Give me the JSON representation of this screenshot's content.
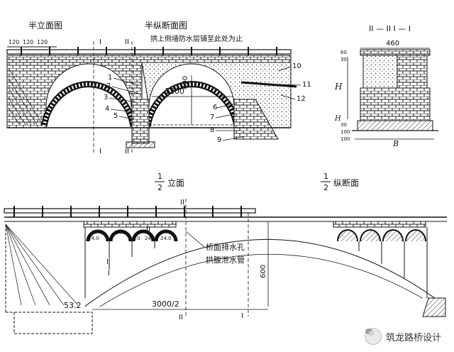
{
  "top_left": {
    "title_half_elevation": "半立面图",
    "title_half_section": "半纵断面图",
    "waterproof_note": "拱上侧墙防水层铺至此处为止",
    "dims_top": [
      "120",
      "120",
      "120"
    ],
    "dim_span": "1200",
    "dim_height": "400",
    "callouts": [
      "1",
      "2",
      "3",
      "4",
      "5",
      "6",
      "7",
      "8",
      "9",
      "10",
      "11",
      "12"
    ],
    "section_marks": [
      "I",
      "II",
      "I",
      "II"
    ]
  },
  "top_right": {
    "title": "II — II  I — I",
    "dim_width": "460",
    "height_label_top": "H",
    "height_label_bottom": "H",
    "base_label": "B",
    "small_dims": [
      "60",
      "30",
      "30",
      "100",
      "100"
    ]
  },
  "bottom": {
    "half_elevation_num": "1",
    "half_elevation_den": "2",
    "half_elevation_text": "立面",
    "half_section_num": "1",
    "half_section_den": "2",
    "half_section_text": "纵断面",
    "note_drain": "桥面排水孔",
    "note_pipe": "拱腹泄水管",
    "dim_rise": "600",
    "dim_half_span": "3000/2",
    "dim_springing": "53.2",
    "spandrel_dims": [
      "24.0",
      "24.0",
      "20.0",
      "24.0",
      "24.0"
    ],
    "section_marks": [
      "II",
      "II",
      "I",
      "I",
      "II",
      "I"
    ]
  },
  "watermark": "筑龙路桥设计"
}
